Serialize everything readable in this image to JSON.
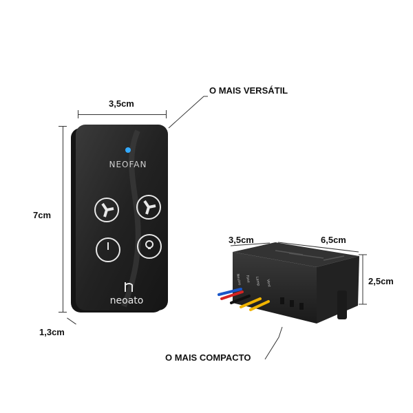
{
  "remote": {
    "width_label": "3,5cm",
    "height_label": "7cm",
    "depth_label": "1,3cm",
    "brand_top": "NEOFAN",
    "brand_bottom": "neoato",
    "callout": "O MAIS VERSÁTIL"
  },
  "receiver": {
    "width_label": "3,5cm",
    "length_label": "6,5cm",
    "height_label": "2,5cm",
    "callout": "O MAIS COMPACTO",
    "wire_labels": [
      "Neutro",
      "Fase",
      "Lamp",
      "Vent"
    ]
  },
  "colors": {
    "body": "#2b2b2b",
    "led": "#33aaff",
    "wire_blue": "#1a56c9",
    "wire_red": "#d42323",
    "wire_black": "#111111",
    "wire_yellow": "#f0b400"
  }
}
